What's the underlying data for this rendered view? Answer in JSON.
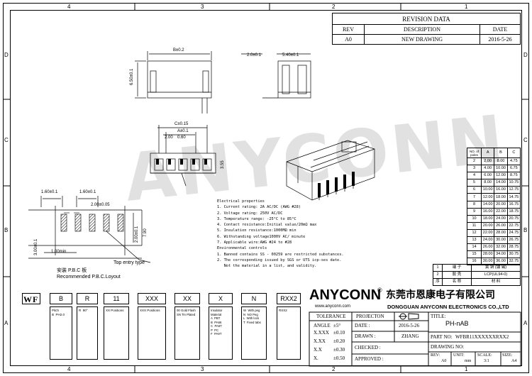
{
  "border_numbers": {
    "top": [
      "4",
      "3",
      "2",
      "1"
    ],
    "bottom": [
      "4",
      "3",
      "2",
      "1"
    ],
    "left": [
      "D",
      "C",
      "B",
      "A"
    ],
    "right": [
      "D",
      "C",
      "B",
      "A"
    ]
  },
  "revision": {
    "title": "REVISION DATA",
    "headers": [
      "REV",
      "DESCRIPTION",
      "DATE"
    ],
    "row": [
      "A0",
      "NEW DRAWING",
      "2016-5-26"
    ]
  },
  "dims": {
    "b": "B±0.2",
    "h650": "6.50±0.1",
    "w20": "2.0±0.1",
    "w540": "5.40±0.1",
    "c015": "C±0.15",
    "a01": "A±0.1",
    "p200": "2.00",
    "p060": "0.60",
    "h355": "3.55",
    "pcb160a": "1.60±0.1",
    "pcb160b": "1.60±0.1",
    "pcb200": "2.00±0.05",
    "pcb200v": "2.00±0.1",
    "pcb790": "7.90",
    "pcb300": "3.00±0.1",
    "pcb100": "1.00min",
    "top_entry": "Top entry type"
  },
  "pcb_caption": {
    "cn": "安装 P.B.C 板",
    "en": "Recommended P.B.C.Loyout"
  },
  "electrical": {
    "title": "Electrical properties",
    "items": [
      "1. Current rating: 2A AC/DC (AWG #28)",
      "2. Voltage rating: 250V AC/DC",
      "3. Temperature range: -25°C to 85°C",
      "4. Contact resistance:Initial value/20mΩ max",
      "5. Insulation resistance:1000MΩ min",
      "6. Withstanding voltage1000V AC/ minute",
      "7. Applicable wire:AWG #24 to #28"
    ],
    "env_title": "Environmental controls",
    "env": [
      "1. Banned contains SS - 00259 are restricted substances.",
      "2. The corresponding issued by SGS or UTS icp-ses date.",
      "   Not the material in a list, and validity."
    ]
  },
  "dim_table": {
    "headers": [
      "NO. of poles",
      "A",
      "B",
      "C"
    ],
    "rows": [
      [
        "2",
        "2.00",
        "8.00",
        "4.75"
      ],
      [
        "3",
        "4.00",
        "10.00",
        "6.75"
      ],
      [
        "4",
        "6.00",
        "12.00",
        "8.75"
      ],
      [
        "5",
        "8.00",
        "14.00",
        "10.75"
      ],
      [
        "6",
        "10.00",
        "16.00",
        "12.75"
      ],
      [
        "7",
        "12.00",
        "18.00",
        "14.75"
      ],
      [
        "8",
        "14.00",
        "20.00",
        "16.75"
      ],
      [
        "9",
        "16.00",
        "22.00",
        "18.75"
      ],
      [
        "10",
        "18.00",
        "24.00",
        "20.75"
      ],
      [
        "11",
        "20.00",
        "26.00",
        "22.75"
      ],
      [
        "12",
        "22.00",
        "28.00",
        "24.75"
      ],
      [
        "13",
        "24.00",
        "30.00",
        "26.75"
      ],
      [
        "14",
        "26.00",
        "32.00",
        "28.75"
      ],
      [
        "15",
        "28.00",
        "34.00",
        "30.75"
      ],
      [
        "16",
        "30.00",
        "36.00",
        "32.75"
      ]
    ]
  },
  "material_table": {
    "headers": [
      "序",
      "名 称",
      "材 料"
    ],
    "rows": [
      [
        "1",
        "端 子",
        "黄 铜 (镀 锡)"
      ],
      [
        "2",
        "胶 壳",
        "LCP(UL94-0)"
      ]
    ]
  },
  "part_code": {
    "boxes": [
      "WF",
      "B",
      "R",
      "11",
      "XXX",
      "XX",
      "X",
      "N",
      "RXX2"
    ],
    "desc": [
      "Pitch\nB  PH2.0",
      "R  90°",
      "XX Positions",
      "XXX Positions",
      "00 Gold Flash\nSN Tin Plated",
      "Insulator\nMaterial\nA  PBT\nB  PA66\nC  PA6T\nP  PC\nF  PA9T",
      "W  With peg\nN  NO Peg\nL  With lock\nT  Fixed tabs",
      "RXX2"
    ]
  },
  "company": {
    "brand": "ANYCONN",
    "reg": "®",
    "cn_name": "东莞市恩康电子有限公司",
    "web": "www.anyconn.com",
    "en_name": "DONGGUAN ANYCONN ELECTRONICS CO.,LTD"
  },
  "title_block": {
    "tolerance": "TOLERANCE",
    "angle_lbl": "ANGLE",
    "angle_val": "±5°",
    "tol_rows": [
      [
        "X.XXX",
        "±0.10"
      ],
      [
        "X.XX",
        "±0.20"
      ],
      [
        "X.X",
        "±0.30"
      ],
      [
        "X.",
        "±0.50"
      ]
    ],
    "projection": "PROJECTON",
    "date_lbl": "DATE :",
    "date_val": "2016-5-26",
    "drawn_lbl": "DRAWN :",
    "drawn_val": "ZHANG",
    "checked_lbl": "CHECKED :",
    "approved_lbl": "APPROVED :",
    "title_lbl": "TITLE:",
    "title_val": "PH-nAB",
    "part_lbl": "PART NO:",
    "part_val": "WFBR11XXXXXXRXX2",
    "drawing_lbl": "DRAWING NO:",
    "rev_lbl": "REV:",
    "rev_val": "A0",
    "unit_lbl": "UNIT:",
    "unit_val": "mm",
    "scale_lbl": "SCALE:",
    "scale_val": "3:1",
    "size_lbl": "SIZE:",
    "size_val": "A4"
  },
  "watermark": "ANYCONN"
}
